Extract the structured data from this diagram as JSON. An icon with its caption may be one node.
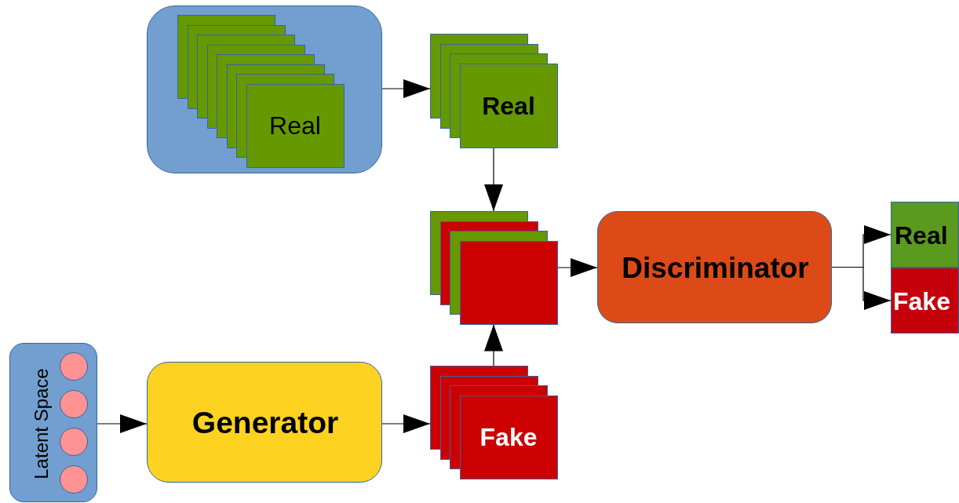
{
  "diagram": {
    "nodes": [
      {
        "text": [],
        "shape": "box"
      },
      {
        "text": [
          "Real"
        ],
        "in": 0
      },
      {
        "text": [
          "Real"
        ]
      },
      {
        "text": [],
        "shape": "box"
      },
      {
        "text": [
          "Discriminator"
        ]
      },
      {
        "text": [
          "Real"
        ]
      },
      {
        "text": [
          "Fake"
        ]
      },
      {
        "text": [
          "Latent Space"
        ]
      },
      {
        "text": [],
        "shape": "circle",
        "in": 7
      },
      {
        "text": [],
        "shape": "circle",
        "in": 7
      },
      {
        "text": [],
        "shape": "circle",
        "in": 7
      },
      {
        "text": [],
        "shape": "circle",
        "in": 7
      },
      {
        "text": [
          "Generator"
        ]
      },
      {
        "text": [
          "Fake"
        ]
      }
    ],
    "edges": [
      {
        "from": 0,
        "to": 2,
        "arrow": "to"
      },
      {
        "from": 2,
        "to": 3,
        "arrow": "to"
      },
      {
        "from": 13,
        "to": 3,
        "arrow": "to"
      },
      {
        "from": 3,
        "to": 4,
        "arrow": "to"
      },
      {
        "from": 4,
        "to": 5,
        "arrow": "to"
      },
      {
        "from": 4,
        "to": 6,
        "arrow": "to"
      },
      {
        "from": 7,
        "to": 12,
        "arrow": "to"
      },
      {
        "from": 12,
        "to": 13,
        "arrow": "to"
      }
    ]
  }
}
